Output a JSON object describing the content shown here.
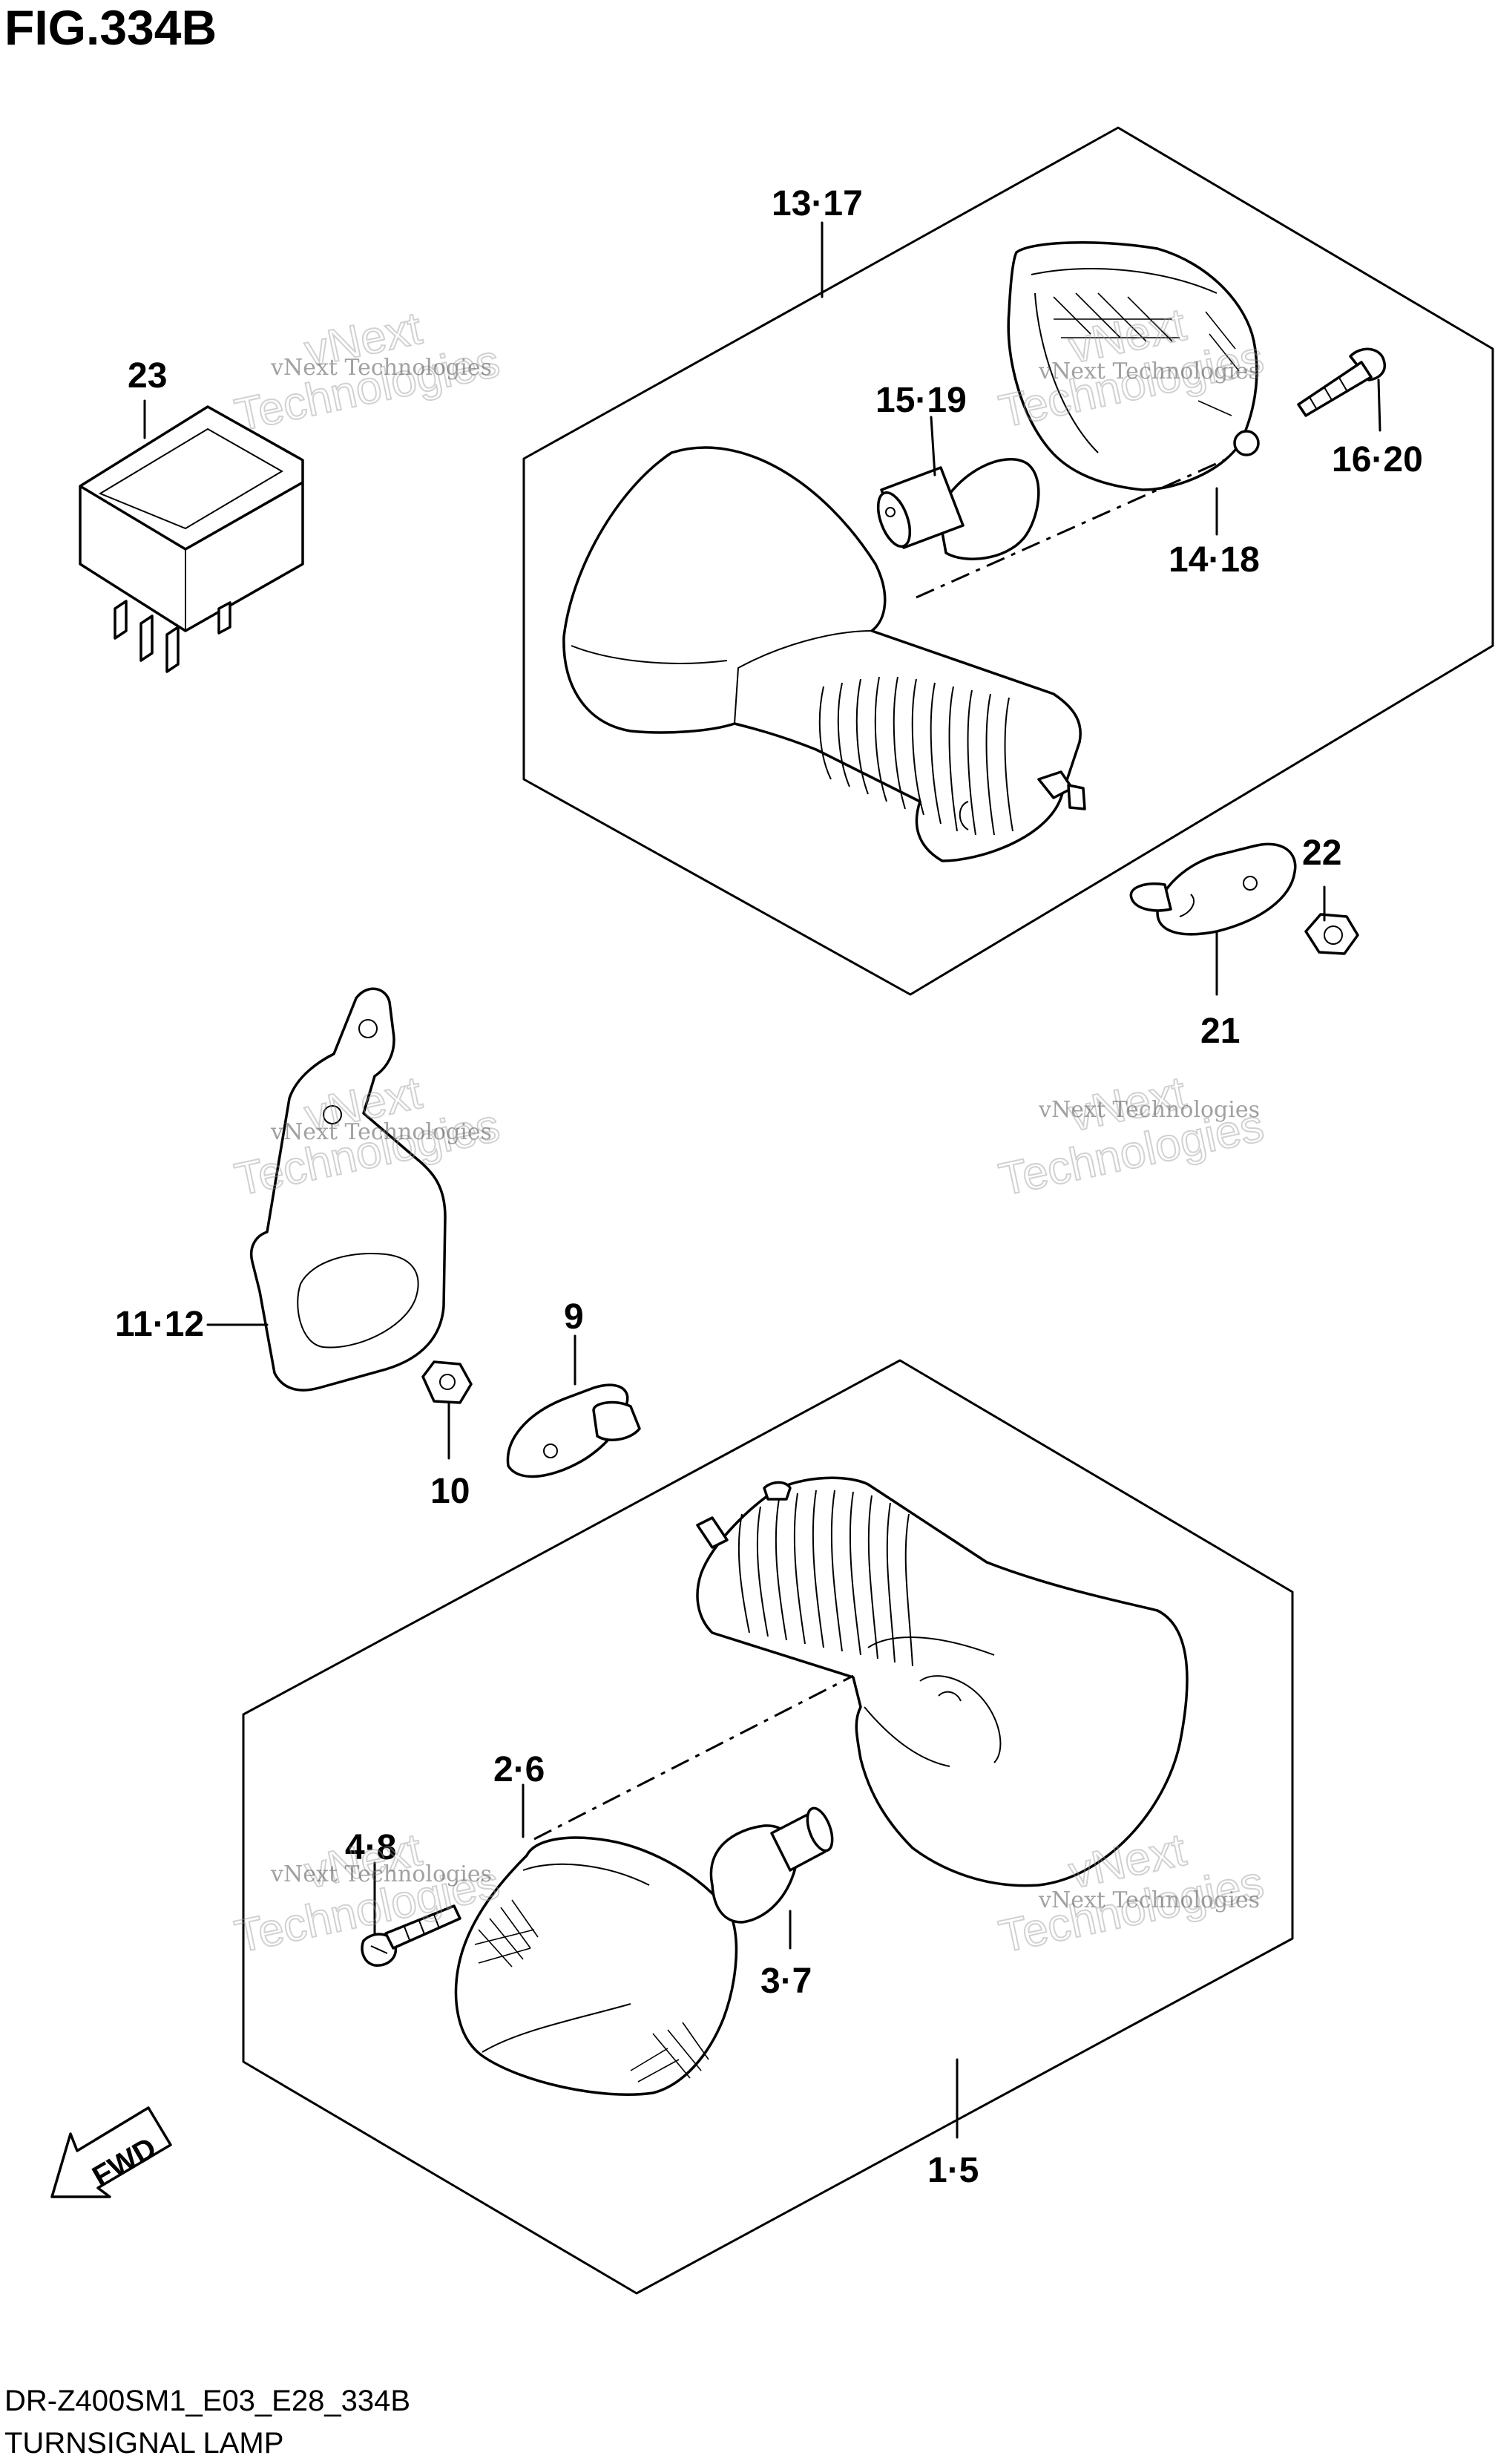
{
  "figure": {
    "title": "FIG.334B",
    "model_code": "DR-Z400SM1_E03_E28_334B",
    "caption": "TURNSIGNAL LAMP",
    "direction_label": "FWD"
  },
  "callouts": [
    {
      "id": "c13-17",
      "text": "13·17"
    },
    {
      "id": "c23",
      "text": "23"
    },
    {
      "id": "c15-19",
      "text": "15·19"
    },
    {
      "id": "c16-20",
      "text": "16·20"
    },
    {
      "id": "c14-18",
      "text": "14·18"
    },
    {
      "id": "c22",
      "text": "22"
    },
    {
      "id": "c21",
      "text": "21"
    },
    {
      "id": "c11-12",
      "text": "11·12"
    },
    {
      "id": "c9",
      "text": "9"
    },
    {
      "id": "c10",
      "text": "10"
    },
    {
      "id": "c2-6",
      "text": "2·6"
    },
    {
      "id": "c4-8",
      "text": "4·8"
    },
    {
      "id": "c3-7",
      "text": "3·7"
    },
    {
      "id": "c1-5",
      "text": "1·5"
    }
  ],
  "watermark": {
    "small_text": "vNext Technologies",
    "big_line1": "vNext",
    "big_line2": "Technologies"
  }
}
